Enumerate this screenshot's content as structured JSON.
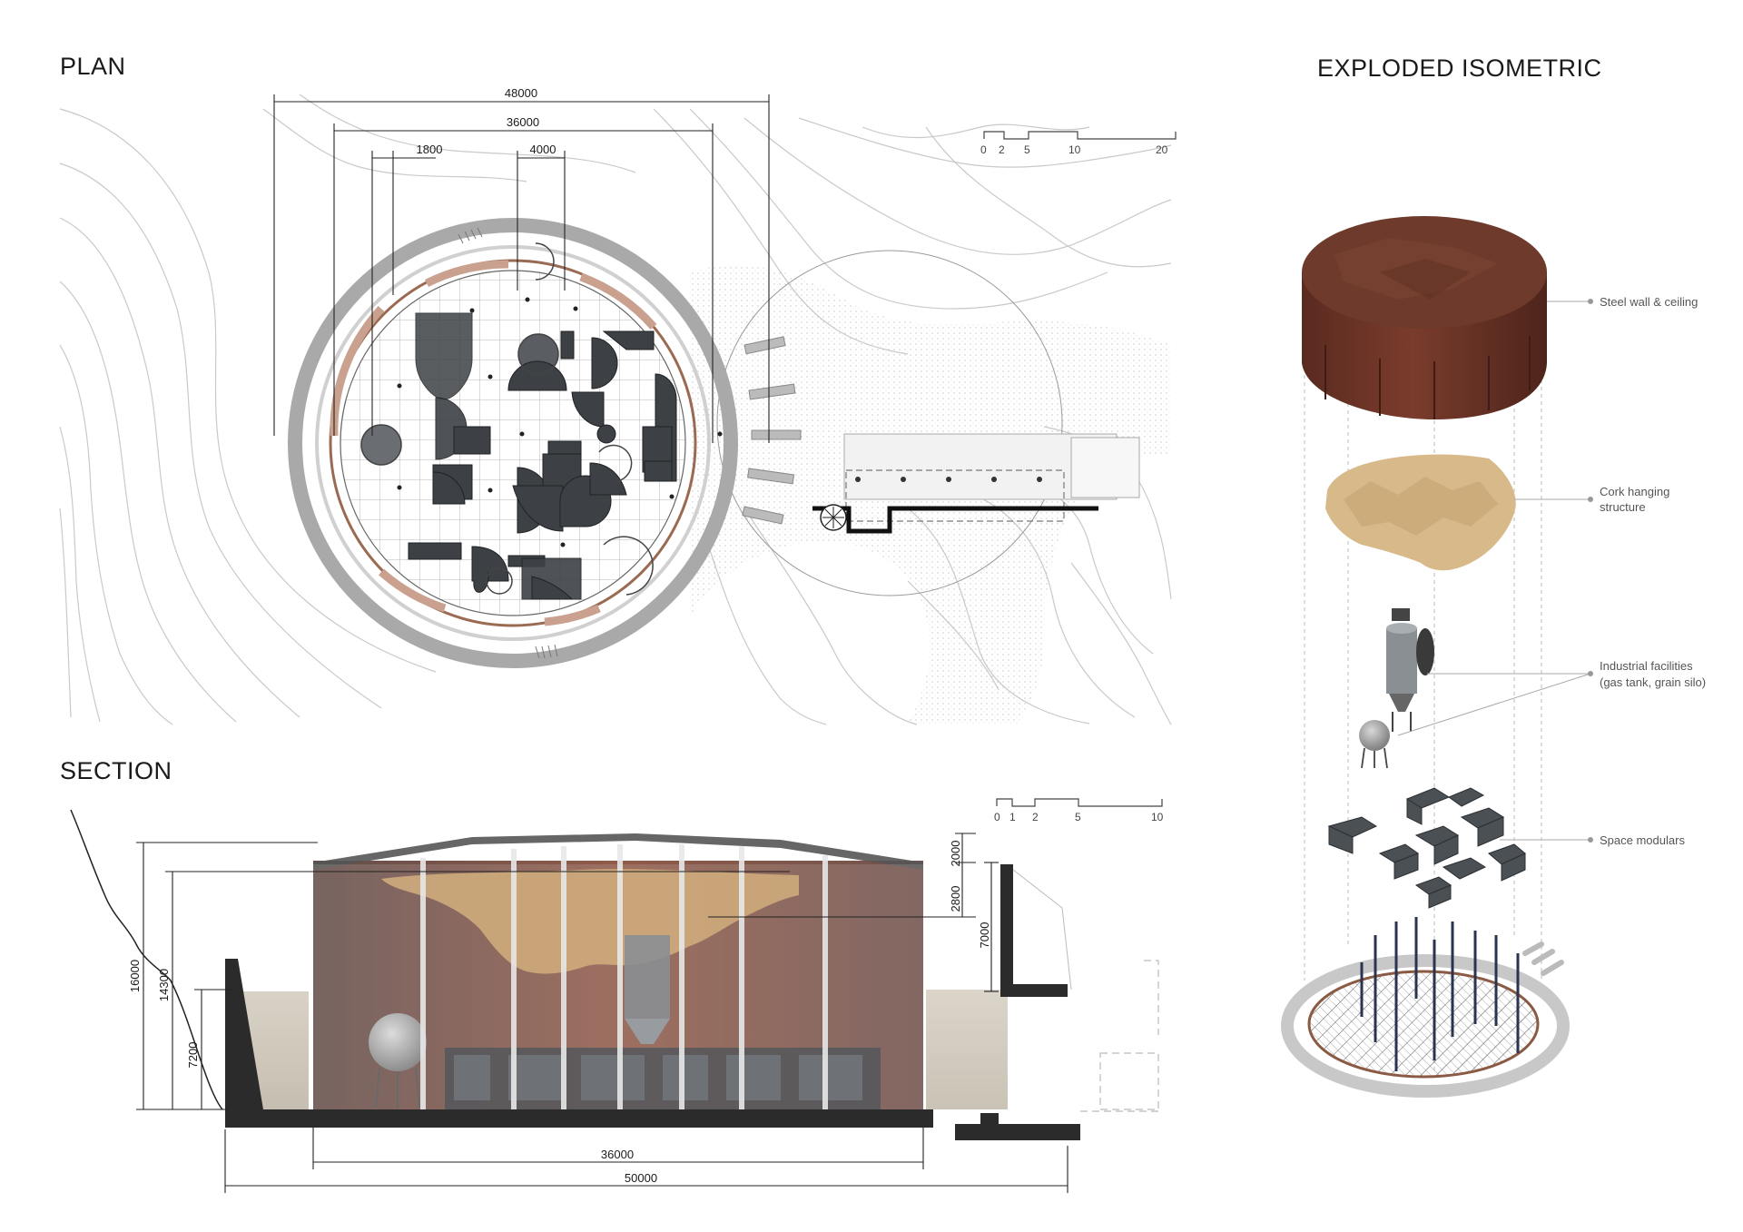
{
  "headings": {
    "plan": "PLAN",
    "section": "SECTION",
    "isometric": "EXPLODED ISOMETRIC"
  },
  "plan": {
    "dims": [
      "48000",
      "36000",
      "1800",
      "4000"
    ],
    "scale_ticks": [
      "0",
      "2",
      "5",
      "10",
      "20"
    ]
  },
  "section": {
    "vertical_dims": [
      "16000",
      "14300",
      "7200",
      "2000",
      "2800",
      "7000"
    ],
    "horizontal_dims": [
      "36000",
      "50000"
    ],
    "scale_ticks": [
      "0",
      "1",
      "2",
      "5",
      "10"
    ]
  },
  "isometric": {
    "callouts": [
      {
        "lines": [
          "Steel wall & ceiling"
        ]
      },
      {
        "lines": [
          "Cork hanging",
          "structure"
        ]
      },
      {
        "lines": [
          "Industrial facilities",
          "(gas tank, grain silo)"
        ]
      },
      {
        "lines": [
          "Space modulars"
        ]
      }
    ]
  },
  "colors": {
    "steel_brown": "#6b3326",
    "cork": "#d8b98a",
    "wall_gray": "#a7a7a7",
    "wood_ring": "#9a6a52",
    "module_dark": "#3d4145"
  }
}
